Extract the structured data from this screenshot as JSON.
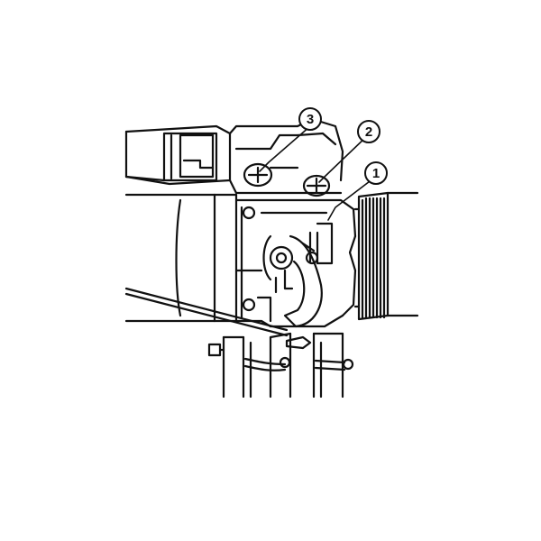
{
  "figure": {
    "callouts": [
      {
        "number": "1",
        "target": "choke-linkage"
      },
      {
        "number": "2",
        "target": "screw-right"
      },
      {
        "number": "3",
        "target": "screw-left"
      }
    ]
  }
}
